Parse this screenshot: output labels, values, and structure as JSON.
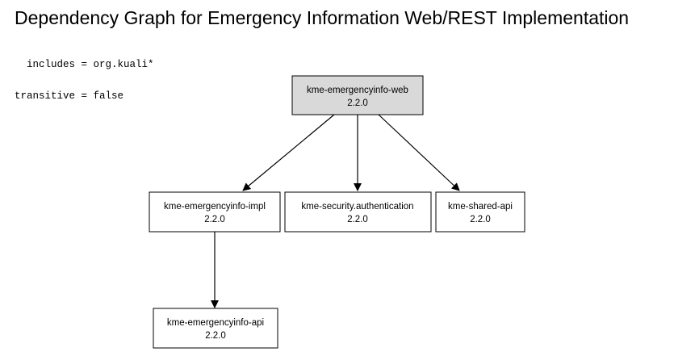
{
  "title": "Dependency Graph for Emergency Information Web/REST Implementation",
  "filters": {
    "includes": "  includes = org.kuali*",
    "transitive": "transitive = false"
  },
  "colors": {
    "root_fill": "#d9d9d9",
    "node_fill": "#ffffff",
    "stroke": "#000000"
  },
  "nodes": {
    "web": {
      "name": "kme-emergencyinfo-web",
      "version": "2.2.0"
    },
    "impl": {
      "name": "kme-emergencyinfo-impl",
      "version": "2.2.0"
    },
    "auth": {
      "name": "kme-security.authentication",
      "version": "2.2.0"
    },
    "shared": {
      "name": "kme-shared-api",
      "version": "2.2.0"
    },
    "api": {
      "name": "kme-emergencyinfo-api",
      "version": "2.2.0"
    }
  }
}
